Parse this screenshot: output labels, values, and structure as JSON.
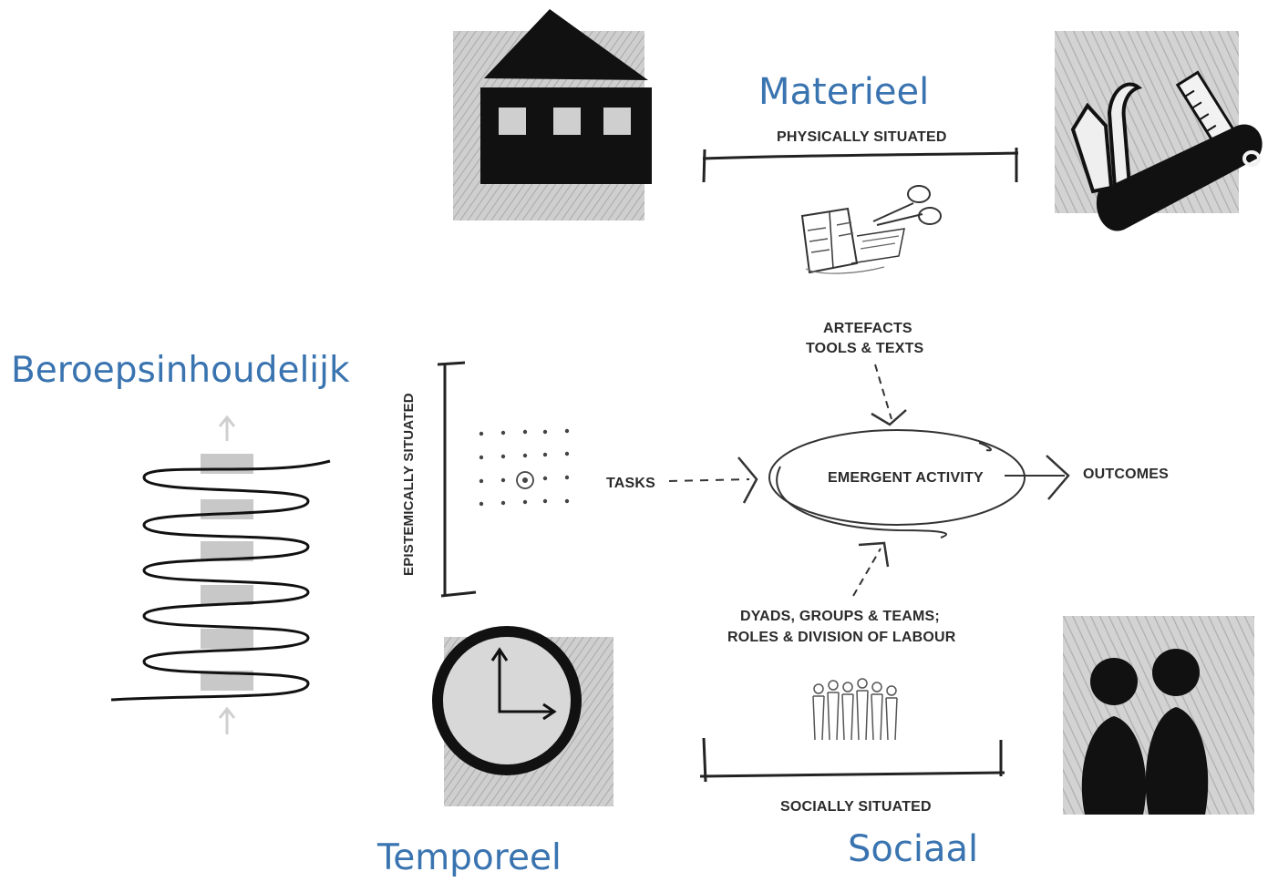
{
  "labels": {
    "materieel": "Materieel",
    "beroepsinhoudelijk": "Beroepsinhoudelijk",
    "temporeel": "Temporeel",
    "sociaal": "Sociaal"
  },
  "captions": {
    "physically_situated": "PHYSICALLY SITUATED",
    "artefacts_line1": "ARTEFACTS",
    "artefacts_line2": "TOOLS & TEXTS",
    "epistemically_situated": "EPISTEMICALLY SITUATED",
    "tasks": "TASKS",
    "emergent_activity": "EMERGENT ACTIVITY",
    "outcomes": "OUTCOMES",
    "dyads_line1": "DYADS, GROUPS & TEAMS;",
    "dyads_line2": "ROLES & DIVISION OF LABOUR",
    "socially_situated": "SOCIALLY SITUATED"
  },
  "icons": {
    "house": "house-icon",
    "pocket_knife": "pocket-knife-icon",
    "artefacts": "artefacts-sketch-icon",
    "clock": "clock-icon",
    "people": "people-icon",
    "crowd": "crowd-sketch-icon",
    "dot_grid": "dot-grid-icon",
    "spiral": "spiral-sketch-icon"
  },
  "colors": {
    "label_blue": "#3a74b0",
    "ink": "#1a1a1a",
    "tile_gray": "#c9c9c9"
  }
}
